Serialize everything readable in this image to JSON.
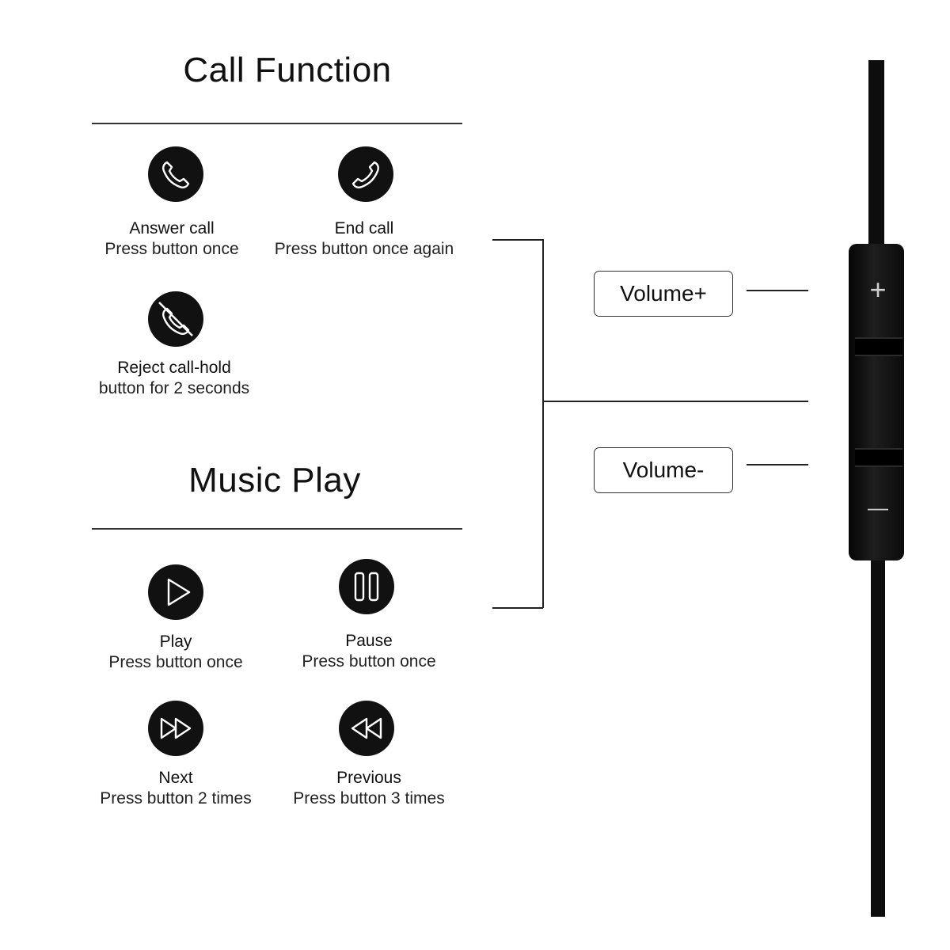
{
  "call_function": {
    "title": "Call Function",
    "items": [
      {
        "icon": "phone-answer-icon",
        "title": "Answer call",
        "desc": "Press button once"
      },
      {
        "icon": "phone-end-icon",
        "title": "End call",
        "desc": "Press button once again"
      },
      {
        "icon": "phone-reject-icon",
        "title": "Reject call-hold",
        "desc": "button for 2 seconds"
      }
    ]
  },
  "music_play": {
    "title": "Music Play",
    "items": [
      {
        "icon": "play-icon",
        "title": "Play",
        "desc": "Press button once"
      },
      {
        "icon": "pause-icon",
        "title": "Pause",
        "desc": "Press button once"
      },
      {
        "icon": "next-icon",
        "title": "Next",
        "desc": "Press button 2 times"
      },
      {
        "icon": "previous-icon",
        "title": "Previous",
        "desc": "Press button 3 times"
      }
    ]
  },
  "remote": {
    "volume_up_label": "Volume+",
    "volume_down_label": "Volume-",
    "plus_symbol": "+",
    "minus_symbol": "—"
  },
  "colors": {
    "icon_bg": "#111111",
    "icon_fg": "#ffffff",
    "cable": "#0d0d0d"
  }
}
